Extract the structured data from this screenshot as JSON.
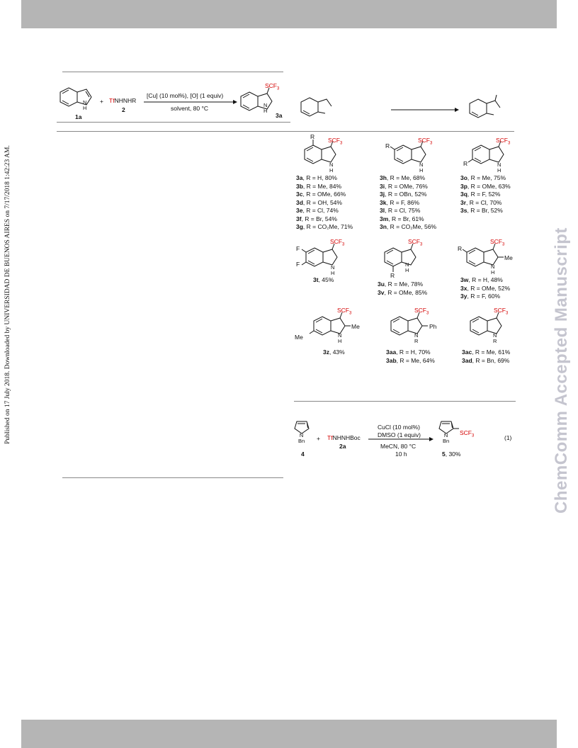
{
  "side_note": "Published on 17 July 2018. Downloaded by UNIVERSIDAD DE BUENOS AIRES on 7/17/2018 1:42:23 AM.",
  "watermark": "ChemComm Accepted Manuscript",
  "scheme1": {
    "sm_label": "1a",
    "plus": "+",
    "reagent_prefix": "Tf",
    "reagent_rest": "NHNHR",
    "reagent_label": "2",
    "cond_top": "[Cu] (10 mol%), [O] (1 equiv)",
    "cond_bottom": "solvent, 80 °C",
    "product_label": "3a",
    "scf3": "SCF",
    "scf3_sub": "3",
    "nh": "N",
    "h": "H"
  },
  "series_a": [
    {
      "id": "3a",
      "text": ", R = H, 80%"
    },
    {
      "id": "3b",
      "text": ", R = Me, 84%"
    },
    {
      "id": "3c",
      "text": ", R = OMe, 66%"
    },
    {
      "id": "3d",
      "text": ", R = OH, 54%"
    },
    {
      "id": "3e",
      "text": ", R = Cl, 74%"
    },
    {
      "id": "3f",
      "text": ", R = Br, 54%"
    },
    {
      "id": "3g",
      "text": ", R = CO₂Me, 71%"
    }
  ],
  "series_b": [
    {
      "id": "3h",
      "text": ", R = Me, 68%"
    },
    {
      "id": "3i",
      "text": ", R = OMe, 76%"
    },
    {
      "id": "3j",
      "text": ", R = OBn, 52%"
    },
    {
      "id": "3k",
      "text": ", R = F, 86%"
    },
    {
      "id": "3l",
      "text": ", R = Cl, 75%"
    },
    {
      "id": "3m",
      "text": ", R = Br, 61%"
    },
    {
      "id": "3n",
      "text": ", R = CO₂Me, 56%"
    }
  ],
  "series_c": [
    {
      "id": "3o",
      "text": ", R = Me, 75%"
    },
    {
      "id": "3p",
      "text": ", R = OMe, 63%"
    },
    {
      "id": "3q",
      "text": ", R = F, 52%"
    },
    {
      "id": "3r",
      "text": ", R = Cl, 70%"
    },
    {
      "id": "3s",
      "text": ", R = Br, 52%"
    }
  ],
  "single_3t": {
    "id": "3t",
    "text": ", 45%"
  },
  "series_uv": [
    {
      "id": "3u",
      "text": ", R = Me, 78%"
    },
    {
      "id": "3v",
      "text": ", R = OMe, 85%"
    }
  ],
  "series_wy": [
    {
      "id": "3w",
      "text": ", R = H, 48%"
    },
    {
      "id": "3x",
      "text": ", R = OMe, 52%"
    },
    {
      "id": "3y",
      "text": ", R = F, 60%"
    }
  ],
  "single_3z": {
    "id": "3z",
    "text": ", 43%"
  },
  "series_aa": [
    {
      "id": "3aa",
      "text": ", R = H, 70%"
    },
    {
      "id": "3ab",
      "text": ", R = Me, 64%"
    }
  ],
  "series_ac": [
    {
      "id": "3ac",
      "text": ", R = Me, 61%"
    },
    {
      "id": "3ad",
      "text": ", R = Bn, 69%"
    }
  ],
  "labels": {
    "R": "R",
    "F": "F",
    "Me": "Me",
    "Ph": "Ph",
    "N": "N",
    "H": "H"
  },
  "eq1": {
    "sm_label": "4",
    "sm_sub": "Bn",
    "plus": "+",
    "reagent_prefix": "Tf",
    "reagent_rest": "NHNHBoc",
    "reagent_label": "2a",
    "cond1": "CuCl (10 mol%)",
    "cond2": "DMSO (1 equiv)",
    "cond3": "MeCN, 80 °C",
    "cond4": "10 h",
    "product_label": "5",
    "product_yield": ", 30%",
    "eq_number": "(1)"
  }
}
